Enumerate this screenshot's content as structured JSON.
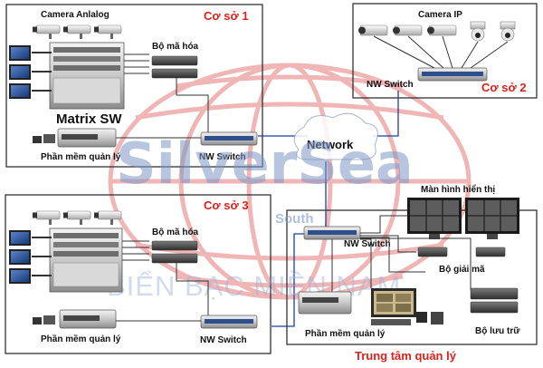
{
  "site1": {
    "title": "Cơ sở 1",
    "camera_label": "Camera Anlalog",
    "encoder_label": "Bộ mã hóa",
    "matrix_label": "Matrix SW",
    "software_label": "Phần mềm quản lý",
    "switch_label": "NW Switch"
  },
  "site2": {
    "title": "Cơ sở 2",
    "camera_label": "Camera IP",
    "switch_label": "NW Switch"
  },
  "site3": {
    "title": "Cơ sở 3",
    "encoder_label": "Bộ mã hóa",
    "software_label": "Phần mềm quản lý",
    "switch_label": "NW Switch"
  },
  "network_label": "Network",
  "center": {
    "title": "Trung tâm quản lý",
    "display_label": "Màn hình hiển thị",
    "switch_label": "NW Switch",
    "decoder_label": "Bộ giải mã",
    "software_label": "Phần mềm quản lý",
    "storage_label": "Bộ lưu trữ"
  },
  "watermark": {
    "brand": "SilverSea",
    "brand_sub": "South",
    "slogan": "BIỂN BẠC MIỀN NAM"
  },
  "colors": {
    "site_title": "#e0201b",
    "link_line": "#1f3e9c",
    "watermark_globe": "#e47b7b",
    "watermark_text": "#7d96c6"
  }
}
